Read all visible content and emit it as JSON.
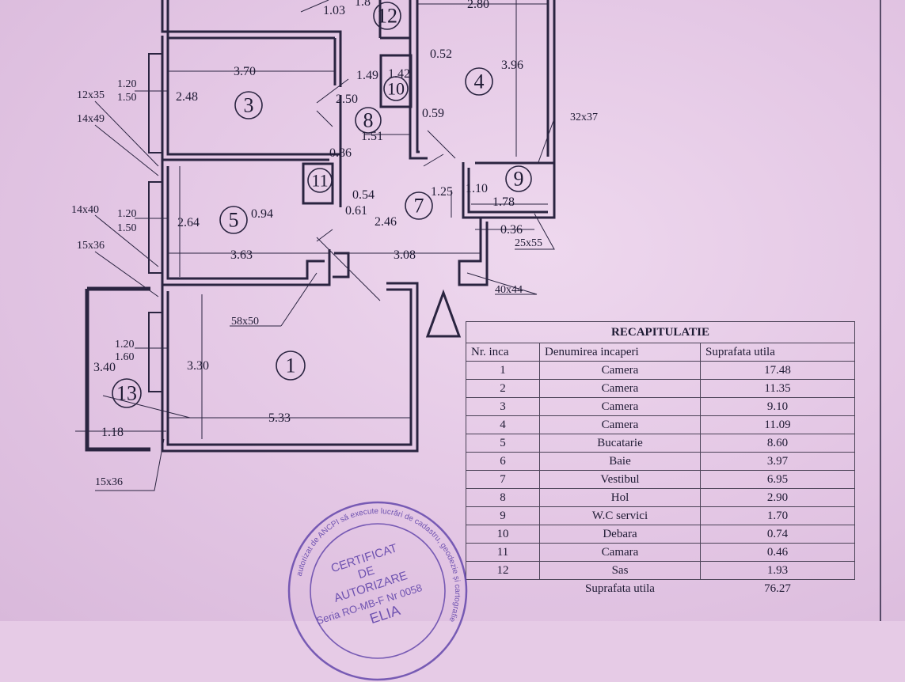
{
  "dims": {
    "d_1_03": "1.03",
    "d_1_8": "1.8",
    "d_2_80": "2.80",
    "d_0_52": "0.52",
    "d_3_96": "3.96",
    "d_3_70": "3.70",
    "d_1_49": "1.49",
    "d_1_42": "1.42",
    "d_2_48": "2.48",
    "d_2_50": "2.50",
    "d_0_59": "0.59",
    "d_1_51": "1.51",
    "d_0_86": "0.86",
    "d_0_54": "0.54",
    "d_0_61": "0.61",
    "d_1_25": "1.25",
    "d_1_10": "1.10",
    "d_1_78": "1.78",
    "d_2_64": "2.64",
    "d_0_94": "0.94",
    "d_2_46": "2.46",
    "d_0_36": "0.36",
    "d_3_63": "3.63",
    "d_3_08": "3.08",
    "d_3_40": "3.40",
    "d_3_30": "3.30",
    "d_5_33": "5.33",
    "d_1_18": "1.18"
  },
  "windows": {
    "w1a": "1.20",
    "w1b": "1.50",
    "w2a": "1.20",
    "w2b": "1.50",
    "w3a": "1.20",
    "w3b": "1.60"
  },
  "openings": {
    "o1": "12x35",
    "o2": "14x49",
    "o3": "14x40",
    "o4": "15x36",
    "o5": "58x50",
    "o6": "15x36",
    "o7": "32x37",
    "o8": "25x55",
    "o9": "40x44"
  },
  "rooms": {
    "r1": "1",
    "r3": "3",
    "r4": "4",
    "r5": "5",
    "r7": "7",
    "r8": "8",
    "r9": "9",
    "r10": "10",
    "r11": "11",
    "r12": "12",
    "r13": "13"
  },
  "north": "Λ",
  "recap": {
    "title": "RECAPITULATIE",
    "headers": [
      "Nr. inca",
      "Denumirea incaperi",
      "Suprafata utila"
    ],
    "rows": [
      {
        "nr": "1",
        "name": "Camera",
        "area": "17.48"
      },
      {
        "nr": "2",
        "name": "Camera",
        "area": "11.35"
      },
      {
        "nr": "3",
        "name": "Camera",
        "area": "9.10"
      },
      {
        "nr": "4",
        "name": "Camera",
        "area": "11.09"
      },
      {
        "nr": "5",
        "name": "Bucatarie",
        "area": "8.60"
      },
      {
        "nr": "6",
        "name": "Baie",
        "area": "3.97"
      },
      {
        "nr": "7",
        "name": "Vestibul",
        "area": "6.95"
      },
      {
        "nr": "8",
        "name": "Hol",
        "area": "2.90"
      },
      {
        "nr": "9",
        "name": "W.C servici",
        "area": "1.70"
      },
      {
        "nr": "10",
        "name": "Debara",
        "area": "0.74"
      },
      {
        "nr": "11",
        "name": "Camara",
        "area": "0.46"
      },
      {
        "nr": "12",
        "name": "Sas",
        "area": "1.93"
      }
    ],
    "total_label": "Suprafata utila",
    "total_value": "76.27"
  },
  "stamp": {
    "line1": "CERTIFICAT",
    "line2": "DE",
    "line3": "AUTORIZARE",
    "line4": "Seria RO-MB-F Nr 0058",
    "line5": "ELIA",
    "ring": "autorizat de ANCPI să execute lucrări de cadastru, geodezie și cartografie"
  },
  "colors": {
    "ink": "#1e1a33",
    "paper": "#e6cbe6",
    "stamp": "#5b3fa8"
  }
}
